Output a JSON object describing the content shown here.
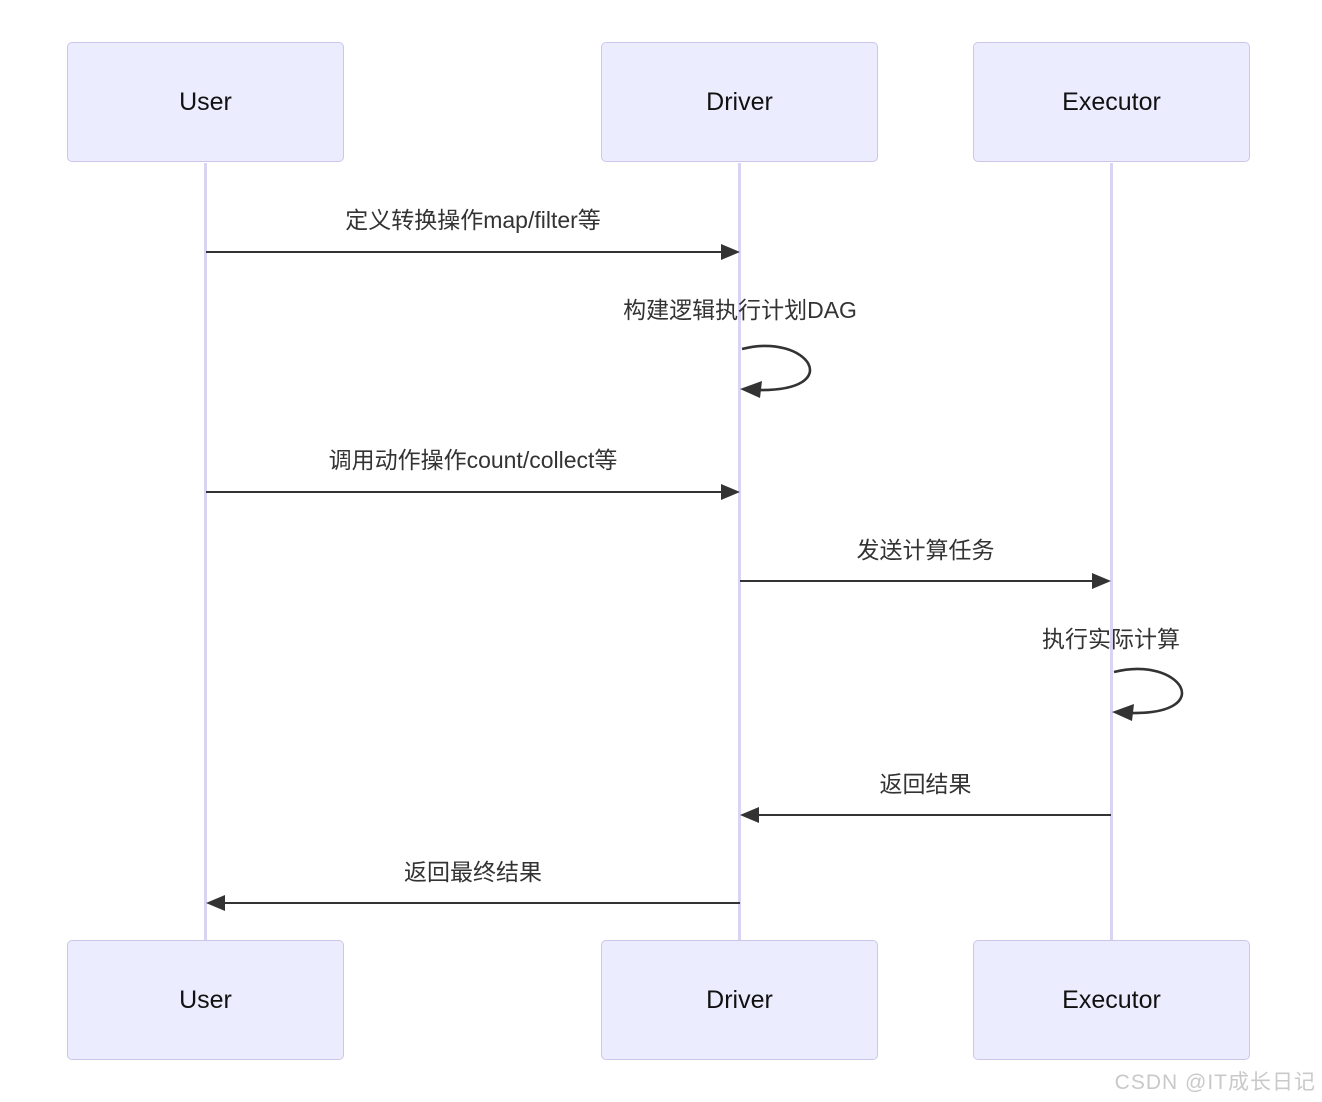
{
  "diagram": {
    "type": "sequence-diagram",
    "actors": [
      {
        "name": "User"
      },
      {
        "name": "Driver"
      },
      {
        "name": "Executor"
      }
    ],
    "messages": [
      {
        "label": "定义转换操作map/filter等",
        "from": "User",
        "to": "Driver",
        "kind": "solid-arrow"
      },
      {
        "label": "构建逻辑执行计划DAG",
        "from": "Driver",
        "to": "Driver",
        "kind": "self-loop"
      },
      {
        "label": "调用动作操作count/collect等",
        "from": "User",
        "to": "Driver",
        "kind": "solid-arrow"
      },
      {
        "label": "发送计算任务",
        "from": "Driver",
        "to": "Executor",
        "kind": "solid-arrow"
      },
      {
        "label": "执行实际计算",
        "from": "Executor",
        "to": "Executor",
        "kind": "self-loop"
      },
      {
        "label": "返回结果",
        "from": "Executor",
        "to": "Driver",
        "kind": "solid-arrow"
      },
      {
        "label": "返回最终结果",
        "from": "Driver",
        "to": "User",
        "kind": "solid-arrow"
      }
    ],
    "watermark": "CSDN @IT成长日记",
    "colors": {
      "actor_fill": "#ECECFF",
      "actor_border": "#CDC6EA",
      "lifeline": "#DBD3F4",
      "arrow": "#333333",
      "text": "#333333",
      "watermark": "#C9C9C9"
    }
  }
}
